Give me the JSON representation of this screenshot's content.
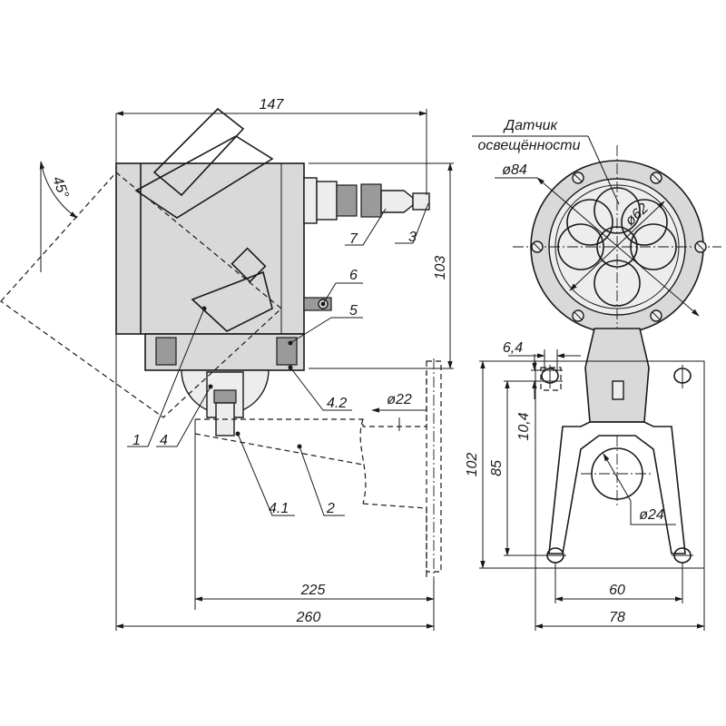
{
  "dimensions": {
    "top_width": "147",
    "angle": "45°",
    "height_right": "103",
    "bore_dia": "ø22",
    "base_225": "225",
    "total_260": "260",
    "face_dia": "ø84",
    "window_dia": "ø62",
    "hole_6_4": "6,4",
    "height_10_4": "10,4",
    "height_102": "102",
    "height_85": "85",
    "slot_dia": "ø24",
    "width_60": "60",
    "width_78": "78"
  },
  "callouts": [
    "1",
    "2",
    "3",
    "4",
    "4.1",
    "4.2",
    "5",
    "6",
    "7"
  ],
  "sensor_label_line1": "Датчик",
  "sensor_label_line2": "освещённости"
}
